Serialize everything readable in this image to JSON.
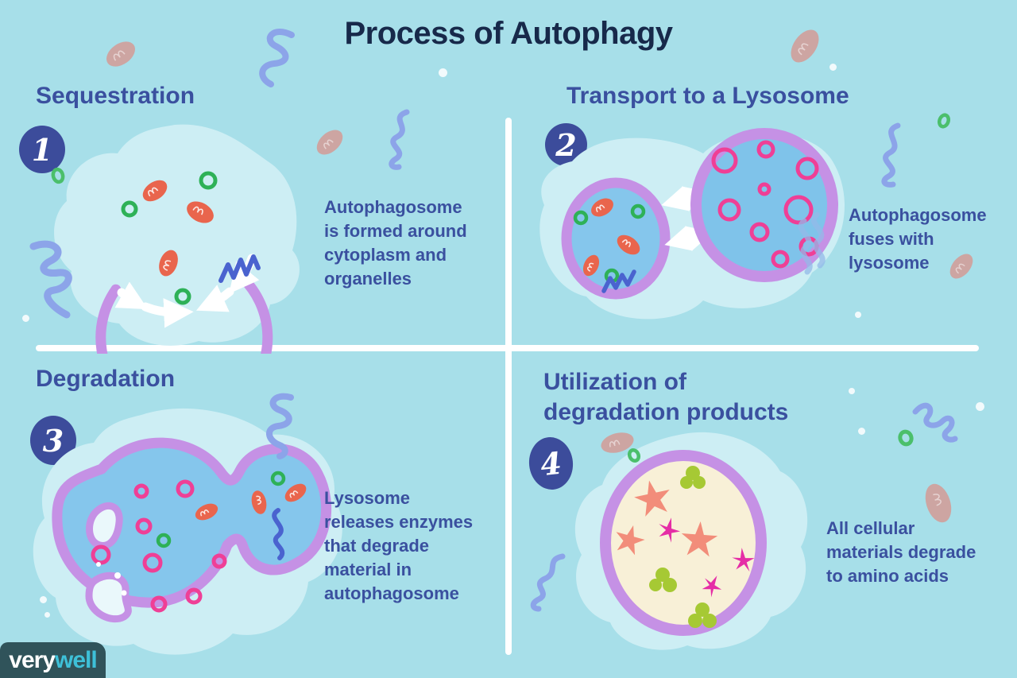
{
  "title": "Process of Autophagy",
  "steps": [
    {
      "number": "1",
      "heading": "Sequestration",
      "description": "Autophagosome is formed around cytoplasm and organelles"
    },
    {
      "number": "2",
      "heading": "Transport to a Lysosome",
      "description": "Autophagosome fuses with lysosome"
    },
    {
      "number": "3",
      "heading": "Degradation",
      "description": "Lysosome releases enzymes that degrade material in autophagosome"
    },
    {
      "number": "4",
      "heading": "Utilization of degradation products",
      "description": "All cellular materials degrade to amino acids"
    }
  ],
  "logo": {
    "text_primary": "very",
    "text_accent": "well"
  },
  "colors": {
    "background": "#a7dfe9",
    "panel_blob": "#cdeef4",
    "membrane_purple": "#c591e5",
    "vesicle_blue": "#85c6ec",
    "title_navy": "#17294a",
    "heading_blue": "#3a509f",
    "badge_navy": "#3c4c9b",
    "organelle_red": "#e9654d",
    "ring_green": "#2eb157",
    "ring_pink": "#ef3f96",
    "squiggle_blue": "#4a63cf",
    "deco_periwinkle": "#8ca4e9",
    "deco_tan": "#cda5a2",
    "cell_cream": "#f8f0d7",
    "star_salmon": "#f28d7a",
    "sparkle_magenta": "#e52da6",
    "clover_green": "#a6c934",
    "logo_bg": "#30535a",
    "logo_accent": "#3ec0d8"
  },
  "decorations": [
    "mitochondria-debris-icon",
    "protein-squiggle-icon",
    "membrane-ring-icon",
    "white-dot"
  ]
}
